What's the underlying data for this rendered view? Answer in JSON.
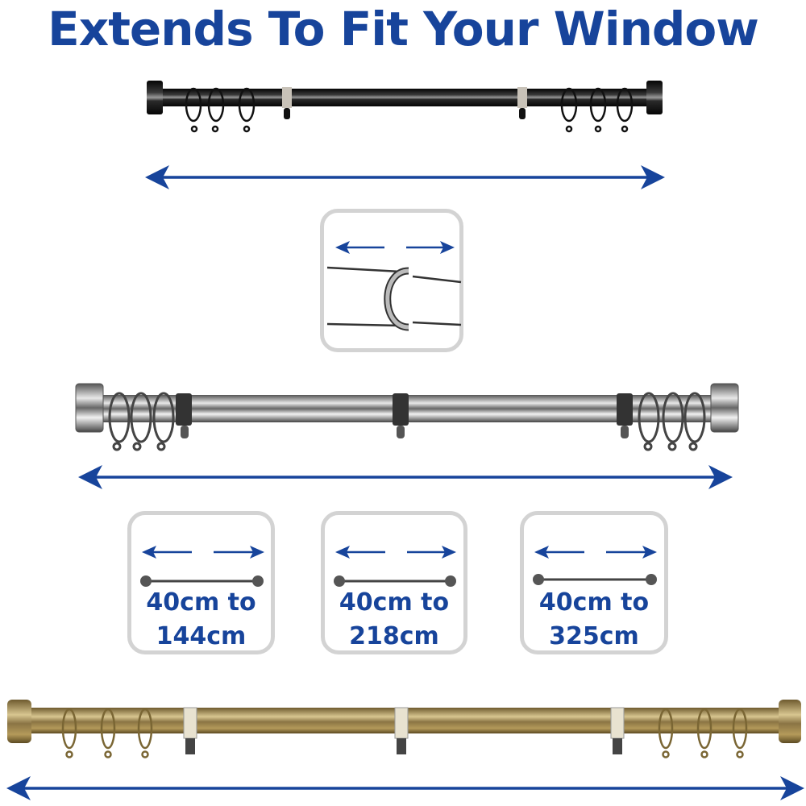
{
  "header": {
    "title": "Extends To Fit Your Window"
  },
  "colors": {
    "accent_blue": "#17449b",
    "card_border": "#d3d3d3",
    "black_rod": "#141414",
    "chrome_rod": "#b8b8b8",
    "brass_rod": "#b49a5a"
  },
  "rods": [
    {
      "finish": "black",
      "icon": "curtain-pole-icon"
    },
    {
      "finish": "chrome",
      "icon": "curtain-pole-icon"
    },
    {
      "finish": "antique-brass",
      "icon": "curtain-pole-icon"
    }
  ],
  "telescopic_card": {
    "icon": "telescopic-joint-icon"
  },
  "size_cards": [
    {
      "line1": "40cm to",
      "line2": "144cm"
    },
    {
      "line1": "40cm to",
      "line2": "218cm"
    },
    {
      "line1": "40cm to",
      "line2": "325cm"
    }
  ]
}
